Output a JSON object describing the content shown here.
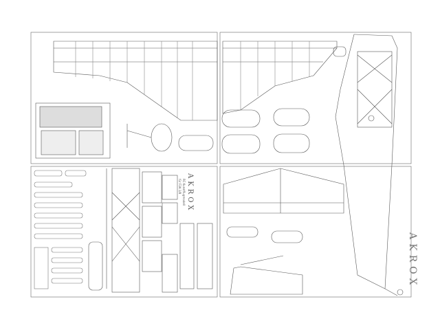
{
  "title": {
    "name": "AKROX",
    "subtitle": "RC Kunstflugmodell",
    "class": "für F3A 1/8"
  },
  "side_title": "AKROX",
  "colors": {
    "line": "#444444",
    "sheet_border": "#666666",
    "background": "#ffffff"
  }
}
